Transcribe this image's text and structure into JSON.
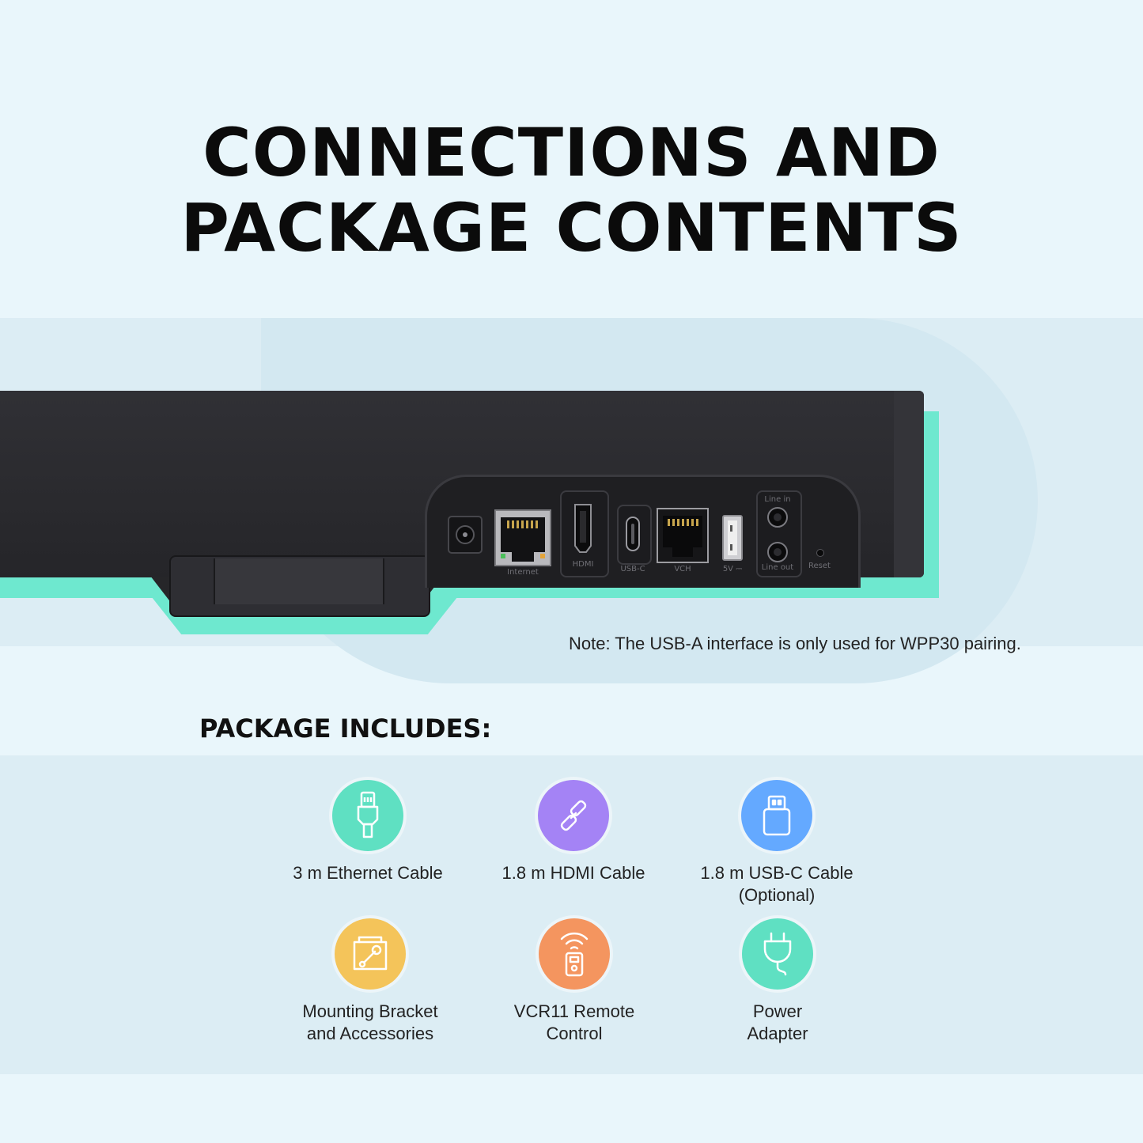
{
  "title": {
    "line1": "CONNECTIONS AND",
    "line2": "PACKAGE CONTENTS"
  },
  "ports": [
    {
      "label": "",
      "icon": "dc-power-port-icon"
    },
    {
      "label": "Internet",
      "icon": "ethernet-port-icon"
    },
    {
      "label": "HDMI",
      "icon": "hdmi-port-icon"
    },
    {
      "label": "USB-C",
      "icon": "usb-c-port-icon"
    },
    {
      "label": "VCH",
      "icon": "rj45-port-icon"
    },
    {
      "label": "5V ⎓",
      "icon": "usb-a-port-icon"
    },
    {
      "label": "Line in",
      "icon": "audio-jack-icon"
    },
    {
      "label": "Line out",
      "icon": "audio-jack-icon"
    },
    {
      "label": "Reset",
      "icon": "reset-hole-icon"
    }
  ],
  "note": "Note: The USB-A interface is only used for WPP30 pairing.",
  "package": {
    "heading": "PACKAGE INCLUDES:",
    "items": [
      {
        "lines": [
          "3 m Ethernet Cable"
        ],
        "icon": "ethernet-cable-icon",
        "color": "#5fe0c2"
      },
      {
        "lines": [
          "1.8 m HDMI Cable"
        ],
        "icon": "cable-link-icon",
        "color": "#a483f5"
      },
      {
        "lines": [
          "1.8 m USB-C Cable",
          "(Optional)"
        ],
        "icon": "usb-drive-icon",
        "color": "#64a9ff"
      },
      {
        "lines": [
          "Mounting Bracket",
          "and Accessories"
        ],
        "icon": "bracket-wrench-icon",
        "color": "#f4c45a"
      },
      {
        "lines": [
          "VCR11 Remote",
          "Control"
        ],
        "icon": "remote-control-icon",
        "color": "#f4955f"
      },
      {
        "lines": [
          "Power",
          "Adapter"
        ],
        "icon": "power-plug-icon",
        "color": "#5fe0c2"
      }
    ]
  }
}
